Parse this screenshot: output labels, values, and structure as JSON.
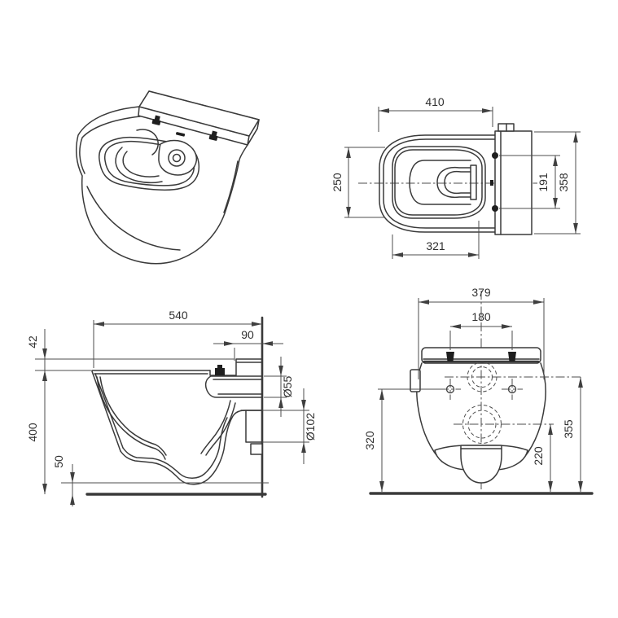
{
  "colors": {
    "background": "#ffffff",
    "line": "#3a3a3a",
    "dim": "#4d4d4d",
    "text": "#2f2f2f"
  },
  "views": {
    "top_view": {
      "dims": {
        "overall_width": "410",
        "seat_width": "250",
        "bowl_width": "321",
        "fixing_spacing": "191",
        "overall_depth": "358"
      }
    },
    "side_view": {
      "dims": {
        "overall_depth": "540",
        "seat_offset": "42",
        "rear_recess": "90",
        "supply_diameter": "Ø55",
        "waste_diameter": "Ø102",
        "height": "400",
        "bottom_gap": "50"
      }
    },
    "front_view": {
      "dims": {
        "overall_width": "379",
        "fixing_spacing": "180",
        "fixing_height": "320",
        "waste_height": "220",
        "supply_height": "355"
      }
    }
  }
}
